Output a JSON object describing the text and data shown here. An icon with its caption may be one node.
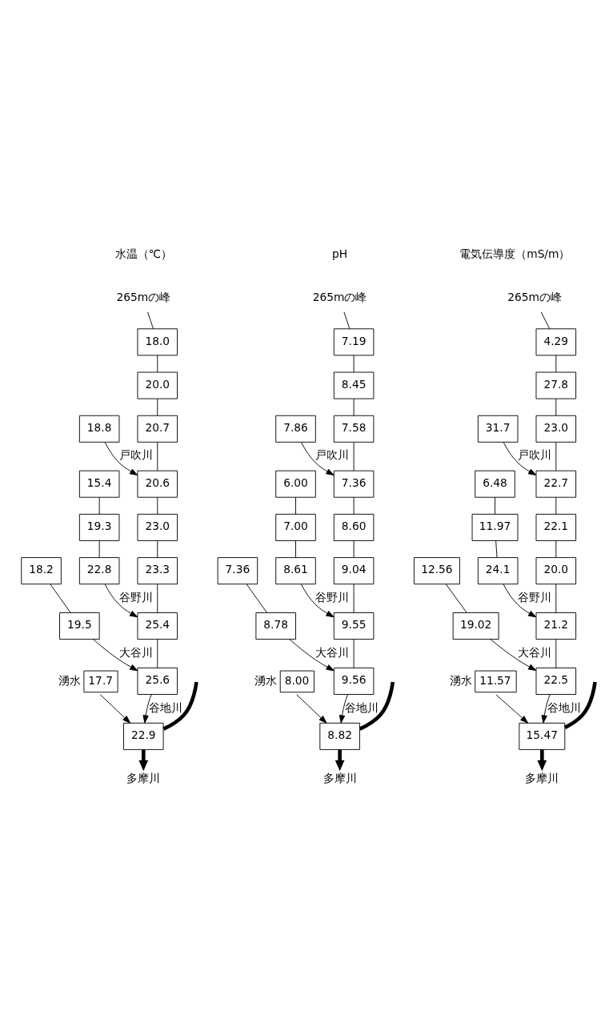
{
  "diagram": {
    "nodes": [
      {
        "text": [
          "265mの峰"
        ]
      },
      {
        "text": [
          "18.0"
        ]
      },
      {
        "text": [
          "20.0"
        ]
      },
      {
        "text": [
          "18.8"
        ]
      },
      {
        "text": [
          "20.7"
        ]
      },
      {
        "text": [
          "20.6"
        ]
      },
      {
        "text": [
          "15.4"
        ]
      },
      {
        "text": [
          "23.0"
        ]
      },
      {
        "text": [
          "19.3"
        ]
      },
      {
        "text": [
          "22.8"
        ]
      },
      {
        "text": [
          "23.3"
        ]
      },
      {
        "text": [
          "18.2"
        ]
      },
      {
        "text": [
          "25.4"
        ]
      },
      {
        "text": [
          "19.5"
        ]
      },
      {
        "text": [
          "25.6"
        ]
      },
      {
        "text": [
          "22.9"
        ]
      },
      {
        "text": [
          "17.7"
        ],
        "beside": [
          "湧水"
        ]
      },
      {
        "text": [
          "多摩川"
        ]
      },
      {
        "text": [
          "265mの峰"
        ]
      },
      {
        "text": [
          "7.19"
        ]
      },
      {
        "text": [
          "8.45"
        ]
      },
      {
        "text": [
          "7.86"
        ]
      },
      {
        "text": [
          "7.58"
        ]
      },
      {
        "text": [
          "7.36"
        ]
      },
      {
        "text": [
          "6.00"
        ]
      },
      {
        "text": [
          "8.60"
        ]
      },
      {
        "text": [
          "7.00"
        ]
      },
      {
        "text": [
          "8.61"
        ]
      },
      {
        "text": [
          "9.04"
        ]
      },
      {
        "text": [
          "7.36"
        ]
      },
      {
        "text": [
          "9.55"
        ]
      },
      {
        "text": [
          "8.78"
        ]
      },
      {
        "text": [
          "9.56"
        ]
      },
      {
        "text": [
          "8.82"
        ]
      },
      {
        "text": [
          "8.00"
        ],
        "beside": [
          "湧水"
        ]
      },
      {
        "text": [
          "多摩川"
        ]
      },
      {
        "text": [
          "265mの峰"
        ]
      },
      {
        "text": [
          "4.29"
        ]
      },
      {
        "text": [
          "27.8"
        ]
      },
      {
        "text": [
          "31.7"
        ]
      },
      {
        "text": [
          "23.0"
        ]
      },
      {
        "text": [
          "22.7"
        ]
      },
      {
        "text": [
          "6.48"
        ]
      },
      {
        "text": [
          "22.1"
        ]
      },
      {
        "text": [
          "11.97"
        ]
      },
      {
        "text": [
          "24.1"
        ]
      },
      {
        "text": [
          "20.0"
        ]
      },
      {
        "text": [
          "12.56"
        ]
      },
      {
        "text": [
          "21.2"
        ]
      },
      {
        "text": [
          "19.02"
        ]
      },
      {
        "text": [
          "22.5"
        ]
      },
      {
        "text": [
          "15.47"
        ]
      },
      {
        "text": [
          "11.57"
        ],
        "beside": [
          "湧水"
        ]
      },
      {
        "text": [
          "多摩川"
        ]
      }
    ],
    "edges": [
      {
        "from": 0,
        "to": 1,
        "arrow": "none"
      },
      {
        "from": 1,
        "to": 2,
        "arrow": "none"
      },
      {
        "from": 2,
        "to": 4,
        "arrow": "none"
      },
      {
        "from": 4,
        "to": 5,
        "arrow": "none"
      },
      {
        "from": 5,
        "to": 7,
        "arrow": "none"
      },
      {
        "from": 7,
        "to": 10,
        "arrow": "none"
      },
      {
        "from": 10,
        "to": 12,
        "arrow": "none"
      },
      {
        "from": 12,
        "to": 14,
        "arrow": "none"
      },
      {
        "from": 3,
        "to": 5,
        "arrow": "to",
        "label": "戸吹川"
      },
      {
        "from": 6,
        "to": 8,
        "arrow": "none"
      },
      {
        "from": 8,
        "to": 9,
        "arrow": "none"
      },
      {
        "from": 9,
        "to": 12,
        "arrow": "to",
        "label": "谷野川"
      },
      {
        "from": 11,
        "to": 13,
        "arrow": "none"
      },
      {
        "from": 13,
        "to": 14,
        "arrow": "to",
        "label": "大谷川"
      },
      {
        "from": 14,
        "to": 15,
        "arrow": "to",
        "label": "谷地川"
      },
      {
        "from": 16,
        "to": 15,
        "arrow": "to"
      },
      {
        "from": null,
        "to": 15,
        "arrow": "none",
        "style": "thick"
      },
      {
        "from": 15,
        "to": 17,
        "arrow": "to",
        "style": "thick"
      },
      {
        "from": 18,
        "to": 19,
        "arrow": "none"
      },
      {
        "from": 19,
        "to": 20,
        "arrow": "none"
      },
      {
        "from": 20,
        "to": 22,
        "arrow": "none"
      },
      {
        "from": 22,
        "to": 23,
        "arrow": "none"
      },
      {
        "from": 23,
        "to": 25,
        "arrow": "none"
      },
      {
        "from": 25,
        "to": 28,
        "arrow": "none"
      },
      {
        "from": 28,
        "to": 30,
        "arrow": "none"
      },
      {
        "from": 30,
        "to": 32,
        "arrow": "none"
      },
      {
        "from": 21,
        "to": 23,
        "arrow": "to",
        "label": "戸吹川"
      },
      {
        "from": 24,
        "to": 26,
        "arrow": "none"
      },
      {
        "from": 26,
        "to": 27,
        "arrow": "none"
      },
      {
        "from": 27,
        "to": 30,
        "arrow": "to",
        "label": "谷野川"
      },
      {
        "from": 29,
        "to": 31,
        "arrow": "none"
      },
      {
        "from": 31,
        "to": 32,
        "arrow": "to",
        "label": "大谷川"
      },
      {
        "from": 32,
        "to": 33,
        "arrow": "to",
        "label": "谷地川"
      },
      {
        "from": 34,
        "to": 33,
        "arrow": "to"
      },
      {
        "from": null,
        "to": 33,
        "arrow": "none",
        "style": "thick"
      },
      {
        "from": 33,
        "to": 35,
        "arrow": "to",
        "style": "thick"
      },
      {
        "from": 36,
        "to": 37,
        "arrow": "none"
      },
      {
        "from": 37,
        "to": 38,
        "arrow": "none"
      },
      {
        "from": 38,
        "to": 40,
        "arrow": "none"
      },
      {
        "from": 40,
        "to": 41,
        "arrow": "none"
      },
      {
        "from": 41,
        "to": 43,
        "arrow": "none"
      },
      {
        "from": 43,
        "to": 46,
        "arrow": "none"
      },
      {
        "from": 46,
        "to": 48,
        "arrow": "none"
      },
      {
        "from": 48,
        "to": 50,
        "arrow": "none"
      },
      {
        "from": 39,
        "to": 41,
        "arrow": "to",
        "label": "戸吹川"
      },
      {
        "from": 42,
        "to": 44,
        "arrow": "none"
      },
      {
        "from": 44,
        "to": 45,
        "arrow": "none"
      },
      {
        "from": 45,
        "to": 48,
        "arrow": "to",
        "label": "谷野川"
      },
      {
        "from": 47,
        "to": 49,
        "arrow": "none"
      },
      {
        "from": 49,
        "to": 50,
        "arrow": "to",
        "label": "大谷川"
      },
      {
        "from": 50,
        "to": 51,
        "arrow": "to",
        "label": "谷地川"
      },
      {
        "from": 52,
        "to": 51,
        "arrow": "to"
      },
      {
        "from": null,
        "to": 51,
        "arrow": "none",
        "style": "thick"
      },
      {
        "from": 51,
        "to": 53,
        "arrow": "to",
        "style": "thick"
      }
    ],
    "labels": [
      "水温（℃）",
      "pH",
      "電気伝導度（mS/m）"
    ]
  }
}
